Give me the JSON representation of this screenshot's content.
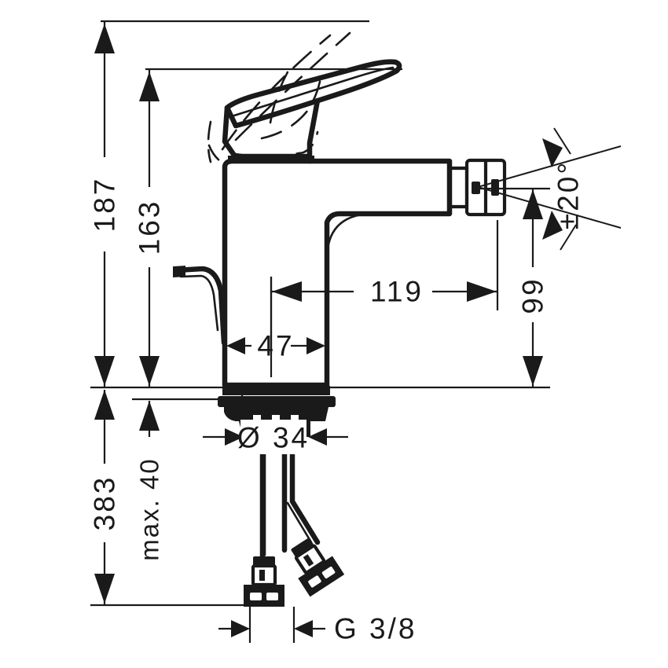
{
  "drawing": {
    "type": "technical-dimension-drawing",
    "subject": "Single lever bidet mixer, side elevation with installation dimensions",
    "units": "mm",
    "background_color": "#ffffff",
    "line_color": "#1a1a1a"
  },
  "dimensions": {
    "overall_height": {
      "label": "187",
      "orientation": "vertical",
      "position": "far-left"
    },
    "spout_height": {
      "label": "163",
      "orientation": "vertical",
      "position": "left-inner"
    },
    "below_deck_length": {
      "label": "383",
      "orientation": "vertical",
      "position": "far-left-lower"
    },
    "max_deck_thickness": {
      "label": "max. 40",
      "orientation": "vertical",
      "position": "left-inner-lower"
    },
    "projection_total": {
      "label": "119",
      "orientation": "horizontal",
      "position": "center"
    },
    "body_depth": {
      "label": "47",
      "orientation": "horizontal",
      "position": "center-lower"
    },
    "outlet_height": {
      "label": "99",
      "orientation": "vertical",
      "position": "right"
    },
    "swivel_angle": {
      "label": "±20°",
      "orientation": "angular",
      "position": "upper-right"
    },
    "base_diameter": {
      "label": "Ø 34",
      "orientation": "horizontal",
      "position": "below-deck"
    },
    "connection_thread": {
      "label": "G 3/8",
      "orientation": "horizontal",
      "position": "bottom"
    }
  },
  "annotations": {
    "deck_reference_line": "installation surface",
    "top_reference_line": "highest point of lever",
    "bottom_reference_line": "end of flexible hoses"
  }
}
